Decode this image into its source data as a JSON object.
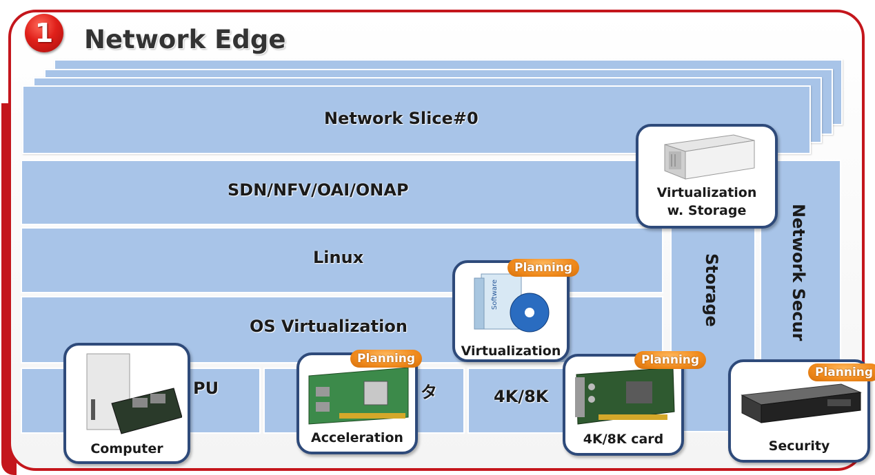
{
  "header": {
    "badge": "1",
    "title": "Network Edge"
  },
  "layers": {
    "slice": "Network Slice#0",
    "sdn": "SDN/NFV/OAI/ONAP",
    "linux": "Linux",
    "os_virt": "OS Virtualization",
    "storage": "Storage",
    "network_security": "Network Secur",
    "bottom_1": "PU",
    "bottom_2": "タ",
    "bottom_3": "4K/8K"
  },
  "cards": {
    "virt_storage": {
      "line1": "Virtualization",
      "line2": "w. Storage"
    },
    "virtualization": {
      "label": "Virtualization",
      "planning": "Planning"
    },
    "computer": {
      "label": "Computer"
    },
    "acceleration": {
      "label": "Acceleration",
      "planning": "Planning"
    },
    "card4k8k": {
      "label": "4K/8K card",
      "planning": "Planning"
    },
    "security": {
      "label": "Security",
      "planning": "Planning"
    }
  },
  "colors": {
    "frame": "#c4161c",
    "layer": "#a8c4e8",
    "card_border": "#2e4a7a",
    "planning": "#f08a1c"
  }
}
